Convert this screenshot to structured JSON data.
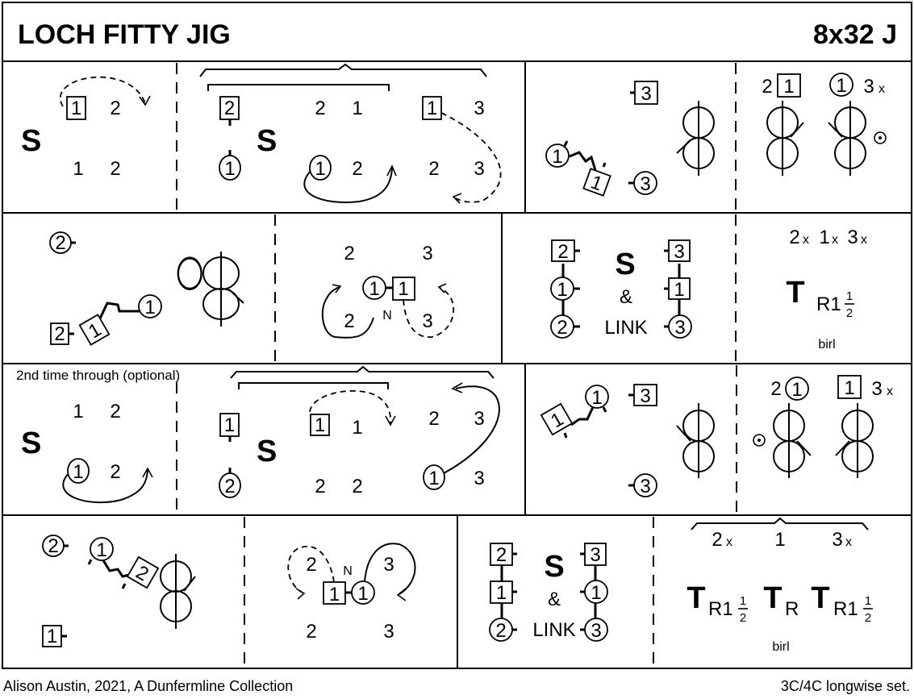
{
  "header": {
    "title": "LOCH FITTY JIG",
    "format": "8x32 J"
  },
  "footer": {
    "credit": "Alison Austin, 2021, A Dunfermline Collection",
    "set": "3C/4C longwise set."
  },
  "row1": {
    "c1": {
      "formation": "S",
      "top": [
        "1",
        "2"
      ],
      "bottom": [
        "1",
        "2"
      ]
    },
    "c2": {
      "formation": "S",
      "top": [
        "2",
        "2",
        "1",
        "1",
        "3"
      ],
      "bottom": [
        "1",
        "1",
        "2",
        "2",
        "3"
      ]
    },
    "c3": {
      "labels": [
        "3",
        "1",
        "1",
        "3"
      ]
    },
    "c4": {
      "top": [
        "2",
        "1",
        "1",
        "3"
      ],
      "sub": "x"
    }
  },
  "row2": {
    "c1": {
      "labels": [
        "2",
        "2",
        "1",
        "1"
      ]
    },
    "c2": {
      "top": [
        "2",
        "3"
      ],
      "mid": [
        "1",
        "1"
      ],
      "bottom": [
        "2",
        "3"
      ],
      "n": "N"
    },
    "c3": {
      "left": [
        "2",
        "1",
        "2"
      ],
      "right": [
        "3",
        "1",
        "3"
      ],
      "s": "S",
      "amp": "&",
      "link": "LINK"
    },
    "c4": {
      "top": "2x 1x 3x",
      "tx": [
        "2",
        "1",
        "3"
      ],
      "sub": "x",
      "turn": "T",
      "turn_sub": "R1",
      "frac_n": "1",
      "frac_d": "2",
      "note": "birl"
    }
  },
  "row3": {
    "caption": "2nd time through (optional)",
    "c1": {
      "formation": "S",
      "top": [
        "1",
        "2"
      ],
      "bottom": [
        "1",
        "2"
      ]
    },
    "c2": {
      "formation": "S",
      "top": [
        "1",
        "1",
        "1",
        "2",
        "3"
      ],
      "bottom": [
        "2",
        "2",
        "2",
        "1",
        "3"
      ]
    },
    "c3": {
      "labels": [
        "1",
        "1",
        "3",
        "3"
      ]
    },
    "c4": {
      "top": [
        "2",
        "1",
        "1",
        "3"
      ],
      "sub": "x"
    }
  },
  "row4": {
    "c1": {
      "labels": [
        "2",
        "1",
        "1",
        "2"
      ]
    },
    "c2": {
      "top": [
        "2",
        "3"
      ],
      "mid": [
        "1",
        "1"
      ],
      "bottom": [
        "2",
        "3"
      ],
      "n": "N"
    },
    "c3": {
      "left": [
        "2",
        "1",
        "2"
      ],
      "right": [
        "3",
        "1",
        "3"
      ],
      "s": "S",
      "amp": "&",
      "link": "LINK"
    },
    "c4": {
      "top": [
        "2",
        "1",
        "3"
      ],
      "sub": "x",
      "turn": "T",
      "t1": "R1",
      "t2": "R",
      "t3": "R1",
      "frac_n": "1",
      "frac_d": "2",
      "note": "birl"
    }
  }
}
